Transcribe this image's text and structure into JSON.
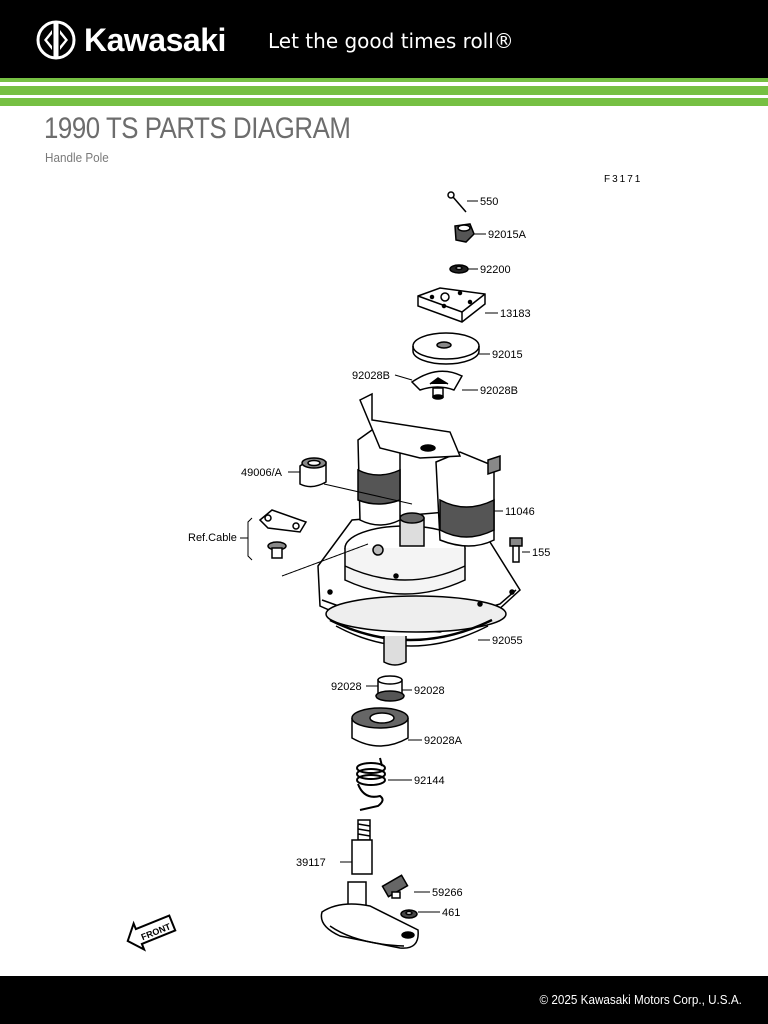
{
  "header": {
    "brand": "Kawasaki",
    "tagline": "Let the good times roll®"
  },
  "page": {
    "title": "1990 TS PARTS DIAGRAM",
    "subtitle": "Handle Pole"
  },
  "diagram": {
    "figure_code": "F3171",
    "front_label": "FRONT",
    "parts": [
      {
        "id": "550"
      },
      {
        "id": "92015A"
      },
      {
        "id": "92200"
      },
      {
        "id": "13183"
      },
      {
        "id": "92015"
      },
      {
        "id": "92028B"
      },
      {
        "id": "92028B"
      },
      {
        "id": "49006/A"
      },
      {
        "id": "11046"
      },
      {
        "id": "Ref.Cable"
      },
      {
        "id": "155"
      },
      {
        "id": "92055"
      },
      {
        "id": "92028"
      },
      {
        "id": "92028"
      },
      {
        "id": "92028A"
      },
      {
        "id": "92144"
      },
      {
        "id": "39117"
      },
      {
        "id": "59266"
      },
      {
        "id": "461"
      }
    ]
  },
  "footer": {
    "copyright": "© 2025 Kawasaki Motors Corp., U.S.A."
  },
  "colors": {
    "header_bg": "#000000",
    "accent_green": "#76c043",
    "title_gray": "#6d6d6d"
  }
}
